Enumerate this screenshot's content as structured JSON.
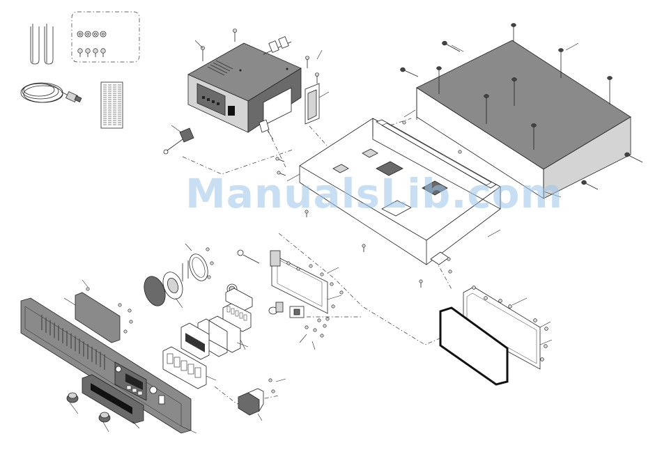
{
  "watermark": "ManualsLib.com",
  "colors": {
    "watermark": "#9cc4e8",
    "cover": "#8a8a8a",
    "panel": "#6e6e6e",
    "line": "#222222"
  },
  "parts": [
    "handles-icon",
    "feet-hardware-icon",
    "cable-icon",
    "label-sheet-icon",
    "transceiver-unit",
    "top-cover",
    "chassis",
    "front-panel",
    "rear-panel",
    "gasket",
    "knobs",
    "speaker"
  ]
}
